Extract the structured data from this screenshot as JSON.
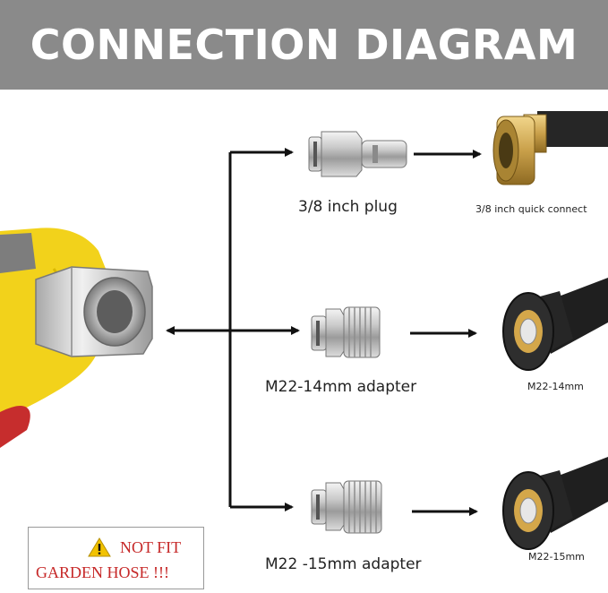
{
  "header": {
    "title": "CONNECTION DIAGRAM"
  },
  "rows": [
    {
      "adapter_label": "3/8 inch plug",
      "result_label": "3/8 inch quick connect"
    },
    {
      "adapter_label": "M22-14mm adapter",
      "result_label": "M22-14mm"
    },
    {
      "adapter_label": "M22 -15mm adapter",
      "result_label": "M22-15mm"
    }
  ],
  "warning": {
    "line1": "NOT FIT",
    "line2": "GARDEN HOSE !!!",
    "icon": "warning-triangle-icon"
  },
  "colors": {
    "banner": "#8a8a8a",
    "gun_yellow": "#f2d21b",
    "brass": "#c9a04a",
    "warning_red": "#c62828"
  }
}
